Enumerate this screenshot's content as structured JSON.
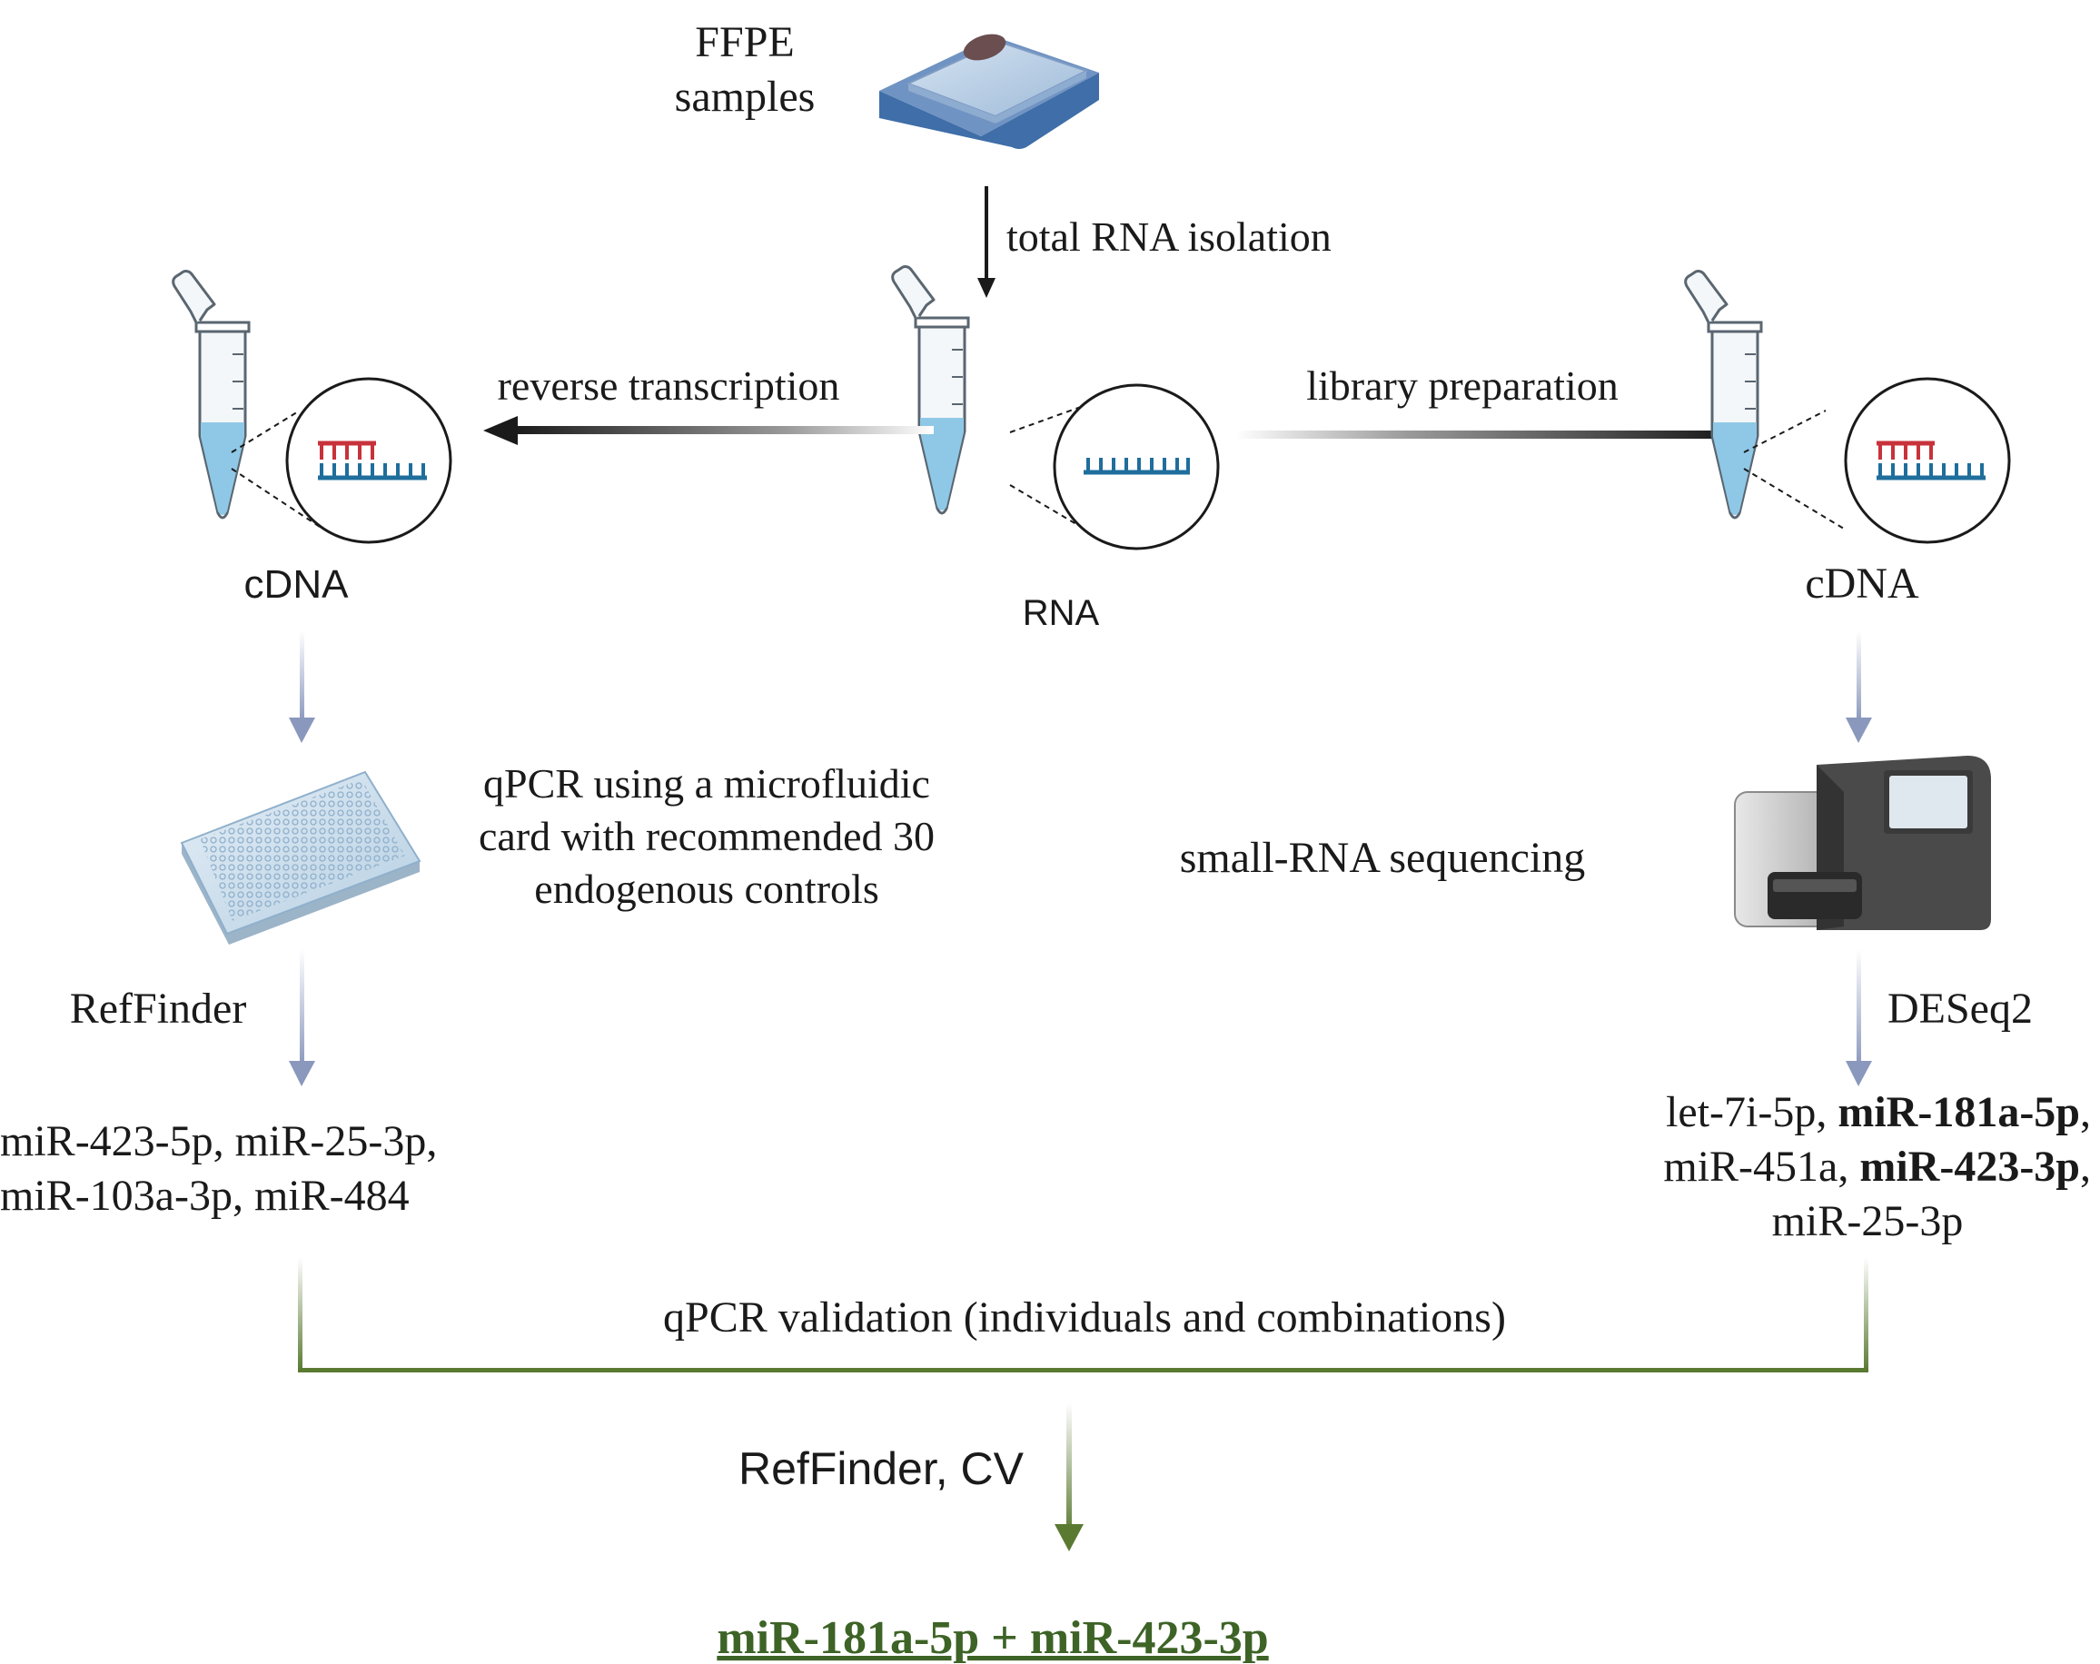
{
  "top": {
    "sample_label_line1": "FFPE",
    "sample_label_line2": "samples"
  },
  "steps": {
    "isolation": "total RNA isolation",
    "reverse": "reverse transcription",
    "library": "library preparation"
  },
  "tubes": {
    "left_label": "cDNA",
    "center_label": "RNA",
    "right_label": "cDNA"
  },
  "left_branch": {
    "qpcr_line1": "qPCR using a microfluidic",
    "qpcr_line2": "card with recommended 30",
    "qpcr_line3": "endogenous controls",
    "tool": "RefFinder",
    "result_line1": "miR-423-5p, miR-25-3p,",
    "result_line2": "miR-103a-3p, miR-484"
  },
  "right_branch": {
    "seq_label": "small-RNA sequencing",
    "tool": "DESeq2",
    "r1_a": "let-7i-5p, ",
    "r1_b": "miR-181a-5p",
    "r1_c": ",",
    "r2_a": "miR-451a, ",
    "r2_b": "miR-423-3p",
    "r2_c": ",",
    "r3": "miR-25-3p"
  },
  "validation": "qPCR validation (individuals and combinations)",
  "final_tool": "RefFinder, CV",
  "final_result": "miR-181a-5p + miR-423-3p",
  "colors": {
    "arrow_blue": "#8a98bd",
    "arrow_green": "#5a7a32",
    "final_text": "#3d6326",
    "arrow_black": "#1a1a1a",
    "tube_liquid": "#8fc8e6",
    "dna_blue": "#1f6e9c",
    "rna_red": "#c8323a",
    "slide_blue": "#3f6ea8"
  }
}
